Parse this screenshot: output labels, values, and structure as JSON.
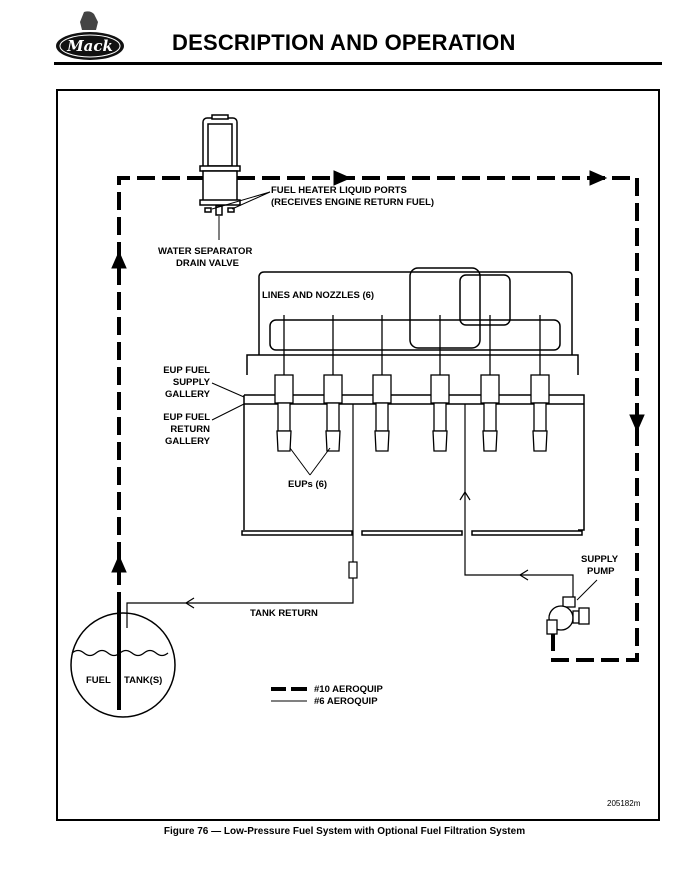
{
  "header": {
    "brand": "Mack",
    "title": "DESCRIPTION AND OPERATION"
  },
  "diagram": {
    "labels": {
      "fuel_heater_ports": "FUEL HEATER LIQUID PORTS",
      "fuel_heater_ports_sub": "(RECEIVES ENGINE RETURN FUEL)",
      "water_separator_1": "WATER SEPARATOR",
      "water_separator_2": "DRAIN VALVE",
      "lines_nozzles": "LINES AND NOZZLES (6)",
      "eup_supply_1": "EUP FUEL",
      "eup_supply_2": "SUPPLY",
      "eup_supply_3": "GALLERY",
      "eup_return_1": "EUP FUEL",
      "eup_return_2": "RETURN",
      "eup_return_3": "GALLERY",
      "eups": "EUPs (6)",
      "supply_pump_1": "SUPPLY",
      "supply_pump_2": "PUMP",
      "tank_return": "TANK RETURN",
      "fuel": "FUEL",
      "tanks": "TANK(S)"
    },
    "legend": [
      {
        "style": "dashed-thick",
        "label": "#10 AEROQUIP"
      },
      {
        "style": "thin-solid",
        "label": "#6 AEROQUIP"
      }
    ],
    "figure_id": "205182m"
  },
  "caption": "Figure 76 — Low-Pressure Fuel System with Optional Fuel Filtration System"
}
